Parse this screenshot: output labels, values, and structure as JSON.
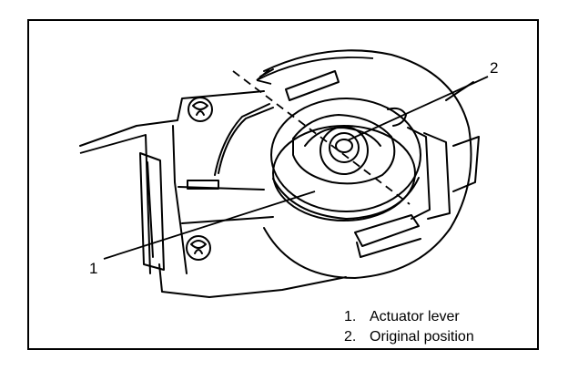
{
  "figure": {
    "callouts": [
      {
        "id": "1",
        "label": "1"
      },
      {
        "id": "2",
        "label": "2"
      }
    ],
    "legend": [
      {
        "num": "1.",
        "text": "Actuator lever"
      },
      {
        "num": "2.",
        "text": "Original position"
      }
    ]
  }
}
